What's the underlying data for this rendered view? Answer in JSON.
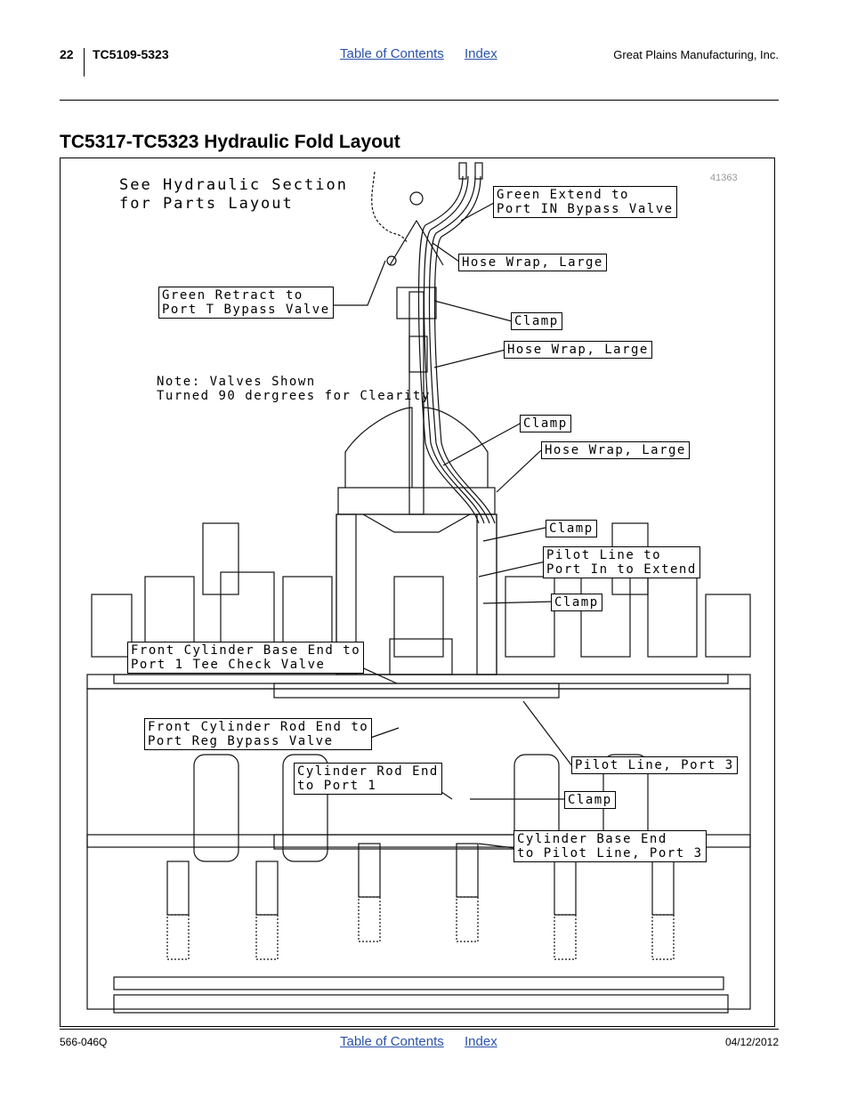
{
  "header": {
    "page_number": "22",
    "model": "TC5109-5323",
    "toc_link": "Table of Contents",
    "index_link": "Index",
    "company": "Great Plains Manufacturing, Inc."
  },
  "title": "TC5317-TC5323 Hydraulic Fold Layout",
  "figure": {
    "number": "41363",
    "note_parts": "See Hydraulic Section\nfor Parts Layout",
    "note_valves": "Note: Valves Shown\nTurned 90 dergrees for Clearity",
    "callouts": {
      "green_extend": "Green Extend to\nPort IN Bypass Valve",
      "green_retract": "Green Retract to\nPort T Bypass Valve",
      "hose_wrap_1": "Hose Wrap, Large",
      "clamp_1": "Clamp",
      "hose_wrap_2": "Hose Wrap, Large",
      "clamp_2": "Clamp",
      "hose_wrap_3": "Hose Wrap, Large",
      "clamp_3": "Clamp",
      "pilot_line_extend": "Pilot Line to\nPort In to Extend",
      "clamp_4": "Clamp",
      "front_cyl_base": "Front Cylinder Base End to\nPort 1 Tee Check Valve",
      "front_cyl_rod": "Front Cylinder Rod End to\nPort Reg Bypass Valve",
      "cyl_rod_end": "Cylinder Rod End\nto Port 1",
      "pilot_line_port3": "Pilot Line, Port 3",
      "clamp_5": "Clamp",
      "cyl_base_end": "Cylinder Base End\nto Pilot Line, Port 3"
    }
  },
  "footer": {
    "doc_number": "566-046Q",
    "toc_link": "Table of Contents",
    "index_link": "Index",
    "date": "04/12/2012"
  }
}
